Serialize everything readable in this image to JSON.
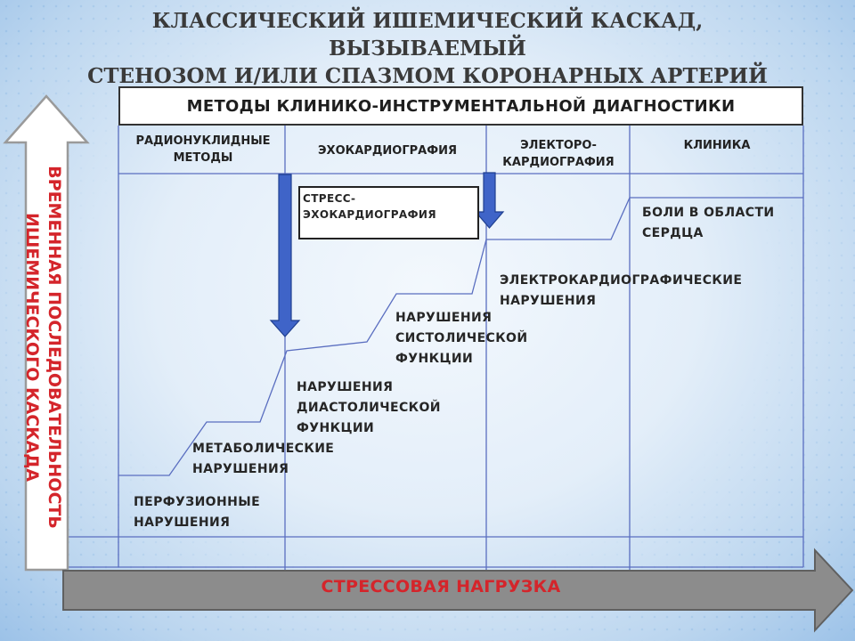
{
  "title": {
    "line1": "КЛАССИЧЕСКИЙ ИШЕМИЧЕСКИЙ КАСКАД, ВЫЗЫВАЕМЫЙ",
    "line2": "СТЕНОЗОМ И/ИЛИ СПАЗМОМ КОРОНАРНЫХ АРТЕРИЙ"
  },
  "header": "МЕТОДЫ КЛИНИКО-ИНСТРУМЕНТАЛЬНОЙ ДИАГНОСТИКИ",
  "columns": [
    {
      "line1": "РАДИОНУКЛИДНЫЕ",
      "line2": "МЕТОДЫ"
    },
    {
      "line1": "ЭХОКАРДИОГРАФИЯ",
      "line2": ""
    },
    {
      "line1": "ЭЛЕКТОРО-",
      "line2": "КАРДИОГРАФИЯ"
    },
    {
      "line1": "КЛИНИКА",
      "line2": ""
    }
  ],
  "stress_echo": {
    "line1": "СТРЕСС-",
    "line2": "ЭХОКАРДИОГРАФИЯ"
  },
  "steps": {
    "perfusion": {
      "line1": "ПЕРФУЗИОННЫЕ",
      "line2": "НАРУШЕНИЯ"
    },
    "metabolic": {
      "line1": "МЕТАБОЛИЧЕСКИЕ",
      "line2": "НАРУШЕНИЯ"
    },
    "diastolic": {
      "line1": "НАРУШЕНИЯ",
      "line2": "ДИАСТОЛИЧЕСКОЙ",
      "line3": "ФУНКЦИИ"
    },
    "systolic": {
      "line1": "НАРУШЕНИЯ",
      "line2": "СИСТОЛИЧЕСКОЙ",
      "line3": "ФУНКЦИИ"
    },
    "ecg": {
      "line1": "ЭЛЕКТРОКАРДИОГРАФИЧЕСКИЕ",
      "line2": "НАРУШЕНИЯ"
    },
    "pain": {
      "line1": "БОЛИ В ОБЛАСТИ",
      "line2": "СЕРДЦА"
    }
  },
  "vertical_axis": {
    "line1": "ВРЕМЕННАЯ ПОСЛЕДОВАТЕЛЬНОСТЬ",
    "line2": "ИШЕМИЧЕСКОГО КАСКАДА"
  },
  "horizontal_axis": "СТРЕССОВАЯ НАГРУЗКА",
  "colors": {
    "accent_red": "#d4252b",
    "arrow_blue": "#3f64c8",
    "grid_blue": "#5a6ec0"
  }
}
